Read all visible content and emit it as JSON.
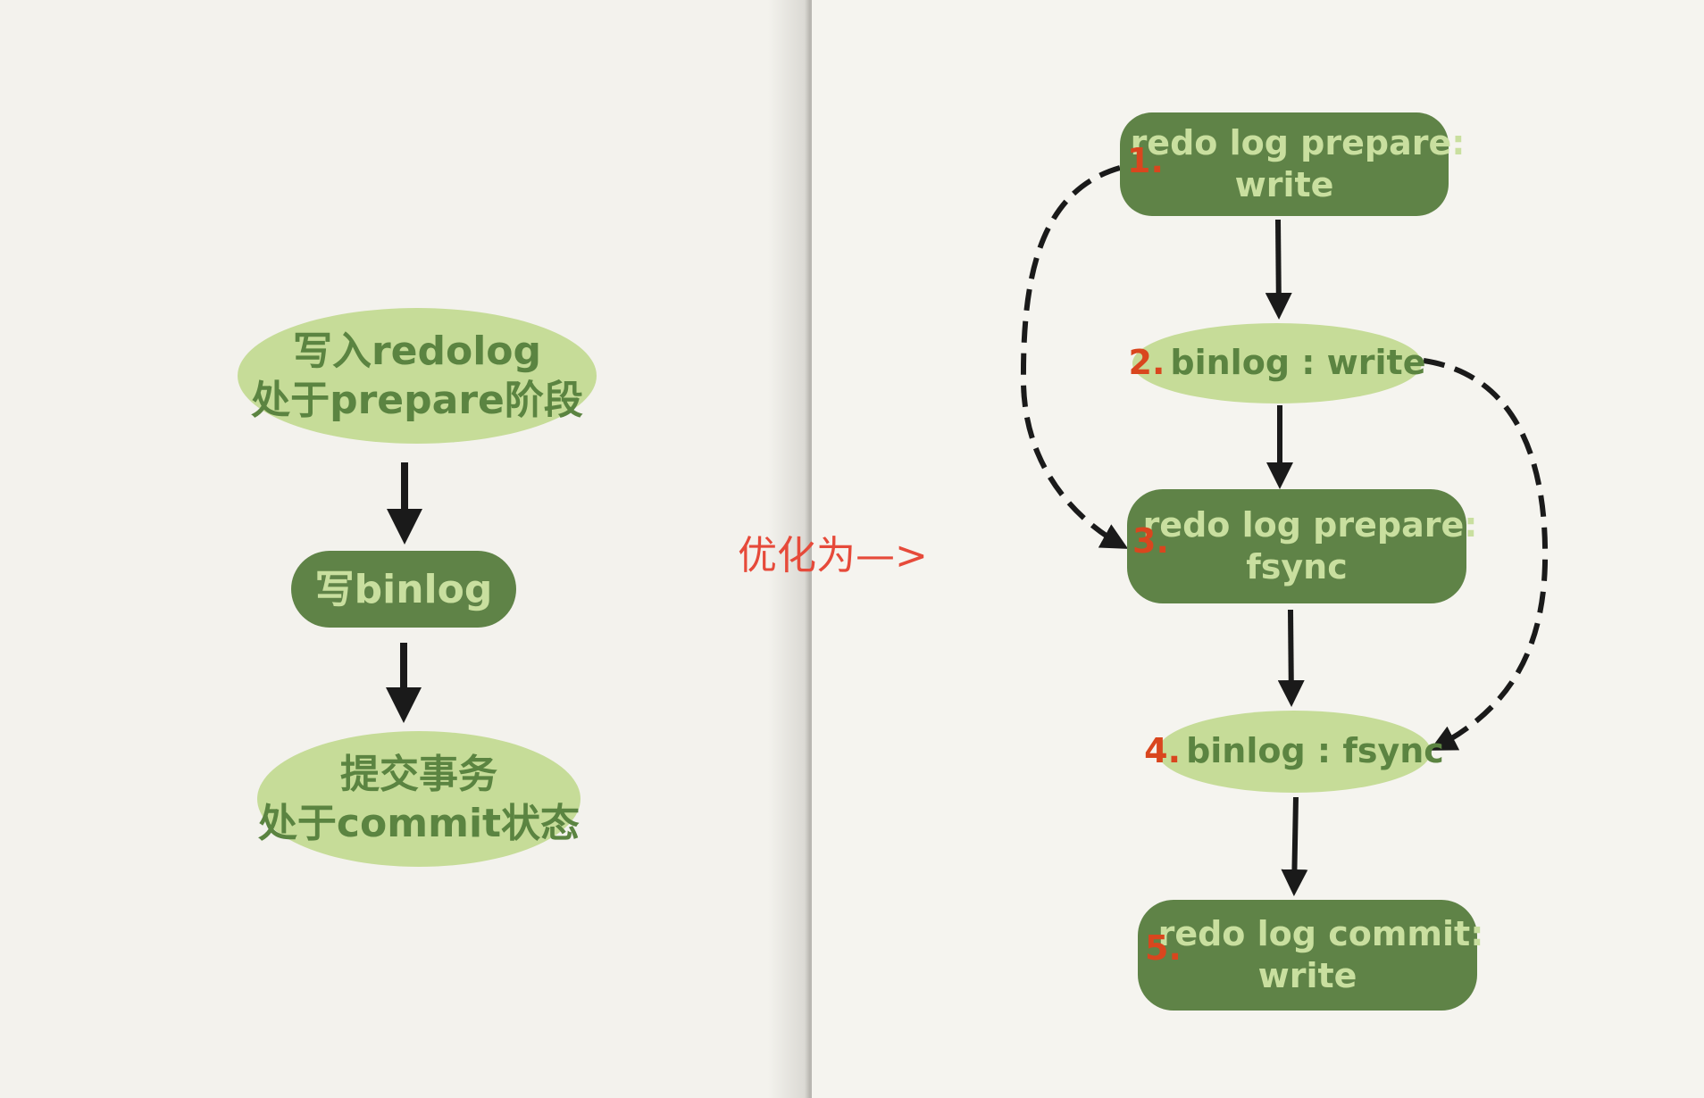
{
  "left_flow": {
    "step1": {
      "line1": "写入redolog",
      "line2": "处于prepare阶段"
    },
    "step2": {
      "line1": "写binlog"
    },
    "step3": {
      "line1": "提交事务",
      "line2": "处于commit状态"
    }
  },
  "middle_label": "优化为—>",
  "right_flow": {
    "step1": {
      "number": "1.",
      "line1": "redo log prepare:",
      "line2": "write"
    },
    "step2": {
      "number": "2.",
      "line1": "binlog : write"
    },
    "step3": {
      "number": "3.",
      "line1": "redo log prepare:",
      "line2": "fsync"
    },
    "step4": {
      "number": "4.",
      "line1": "binlog : fsync"
    },
    "step5": {
      "number": "5.",
      "line1": "redo log commit:",
      "line2": "write"
    }
  },
  "colors": {
    "light_node": "#c6dc98",
    "dark_node": "#5f8347",
    "number_accent": "#d9461e",
    "middle_label": "#e64a3a"
  }
}
